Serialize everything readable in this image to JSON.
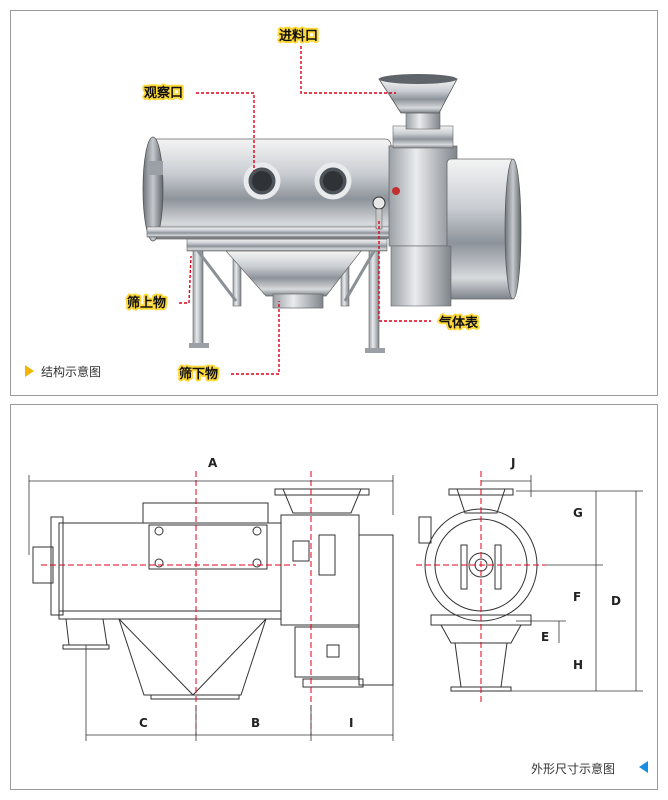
{
  "structure_panel": {
    "caption": "结构示意图",
    "callouts": {
      "feed_inlet": "进料口",
      "observation_port": "观察口",
      "oversize": "筛上物",
      "gas_gauge": "气体表",
      "undersize": "筛下物"
    }
  },
  "dimension_panel": {
    "caption": "外形尺寸示意图",
    "dimensions": {
      "A": "A",
      "B": "B",
      "C": "C",
      "D": "D",
      "E": "E",
      "F": "F",
      "G": "G",
      "H": "H",
      "I": "I",
      "J": "J"
    }
  },
  "colors": {
    "callout_bg": "#ffd83a",
    "leader_line": "#e0001a",
    "caption_triangle_top": "#f2b600",
    "caption_triangle_bottom": "#1a8fe0"
  }
}
